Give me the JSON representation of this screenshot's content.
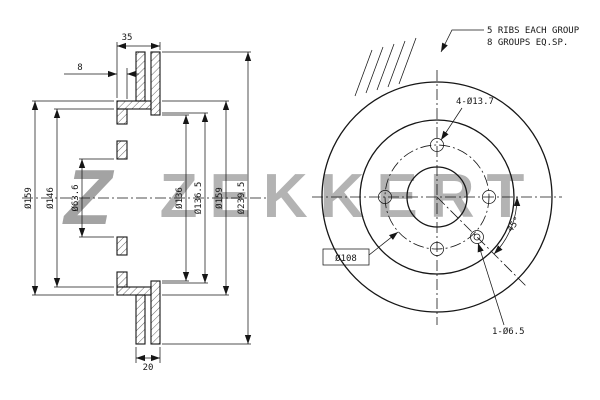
{
  "brand": {
    "logo_letter": "Z",
    "watermark": "ZEKKERT"
  },
  "section_view": {
    "hat_height": "35",
    "flange_thickness": "8",
    "disc_thickness": "20",
    "dia_hat_outer_left": "Ø159",
    "dia_flange": "Ø146",
    "dia_center_bore": "Ø63.6",
    "dia_inner_friction_1": "Ø136",
    "dia_inner_friction_2": "Ø136.5",
    "dia_hat_outer_right": "Ø159",
    "dia_outer": "Ø239.5"
  },
  "front_view": {
    "ribs_note_line1": "5 RIBS EACH GROUP",
    "ribs_note_line2": "8 GROUPS EQ.SP.",
    "bolt_holes_label": "4-Ø13.7",
    "bolt_circle_label": "Ø108",
    "angle_label": "45°",
    "service_hole_label": "1-Ø6.5"
  },
  "colors": {
    "line": "#161616",
    "watermark": "#b3b3b3"
  }
}
